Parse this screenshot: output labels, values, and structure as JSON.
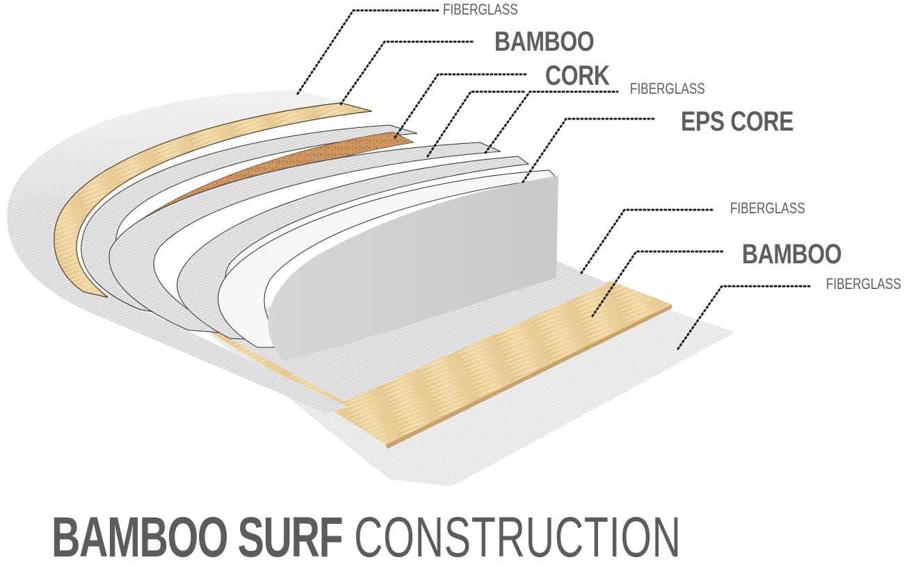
{
  "diagram": {
    "title": {
      "bold": "BAMBOO SURF",
      "thin": "CONSTRUCTION"
    },
    "layers": [
      {
        "label": "FIBERGLASS",
        "material": "fiberglass",
        "size": "small"
      },
      {
        "label": "BAMBOO",
        "material": "bamboo",
        "size": "large"
      },
      {
        "label": "CORK",
        "material": "cork",
        "size": "large"
      },
      {
        "label": "FIBERGLASS",
        "material": "fiberglass",
        "size": "small"
      },
      {
        "label": "EPS CORE",
        "material": "eps-foam",
        "size": "large"
      },
      {
        "label": "FIBERGLASS",
        "material": "fiberglass",
        "size": "small"
      },
      {
        "label": "BAMBOO",
        "material": "bamboo",
        "size": "large"
      },
      {
        "label": "FIBERGLASS",
        "material": "fiberglass",
        "size": "small"
      }
    ],
    "colors": {
      "label_text": "#5e5e5e",
      "title_text": "#5c5c5c",
      "callout_dots": "#1a1a1a",
      "fiberglass": "#e4e4e6",
      "fiberglass_shadow": "#9a9a9c",
      "bamboo": "#ecd3a0",
      "bamboo_edge": "#c9a468",
      "cork": "#c7905a",
      "cork_speck": "#8a5a30",
      "eps_core": "#d9d9d9",
      "background": "#ffffff"
    }
  }
}
